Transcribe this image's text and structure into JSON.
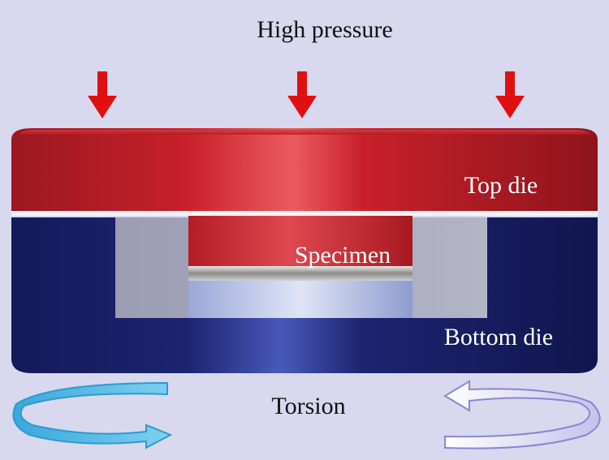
{
  "labels": {
    "high_pressure": "High pressure",
    "top_die": "Top die",
    "specimen": "Specimen",
    "bottom_die": "Bottom die",
    "torsion": "Torsion"
  },
  "icons": {
    "pressure": "down-arrow-icon",
    "torsion_left": "rotation-arrow-icon",
    "torsion_right": "rotation-arrow-icon"
  },
  "colors": {
    "background": "#d8d8ee",
    "top_die": "#c8202a",
    "bottom_die": "#1c2470",
    "pocket": "#a8a8be",
    "specimen": "#b8b8b8",
    "pressure_arrow": "#e01010",
    "torsion_left": "#3aaee0",
    "torsion_right": "#8a86d0"
  }
}
